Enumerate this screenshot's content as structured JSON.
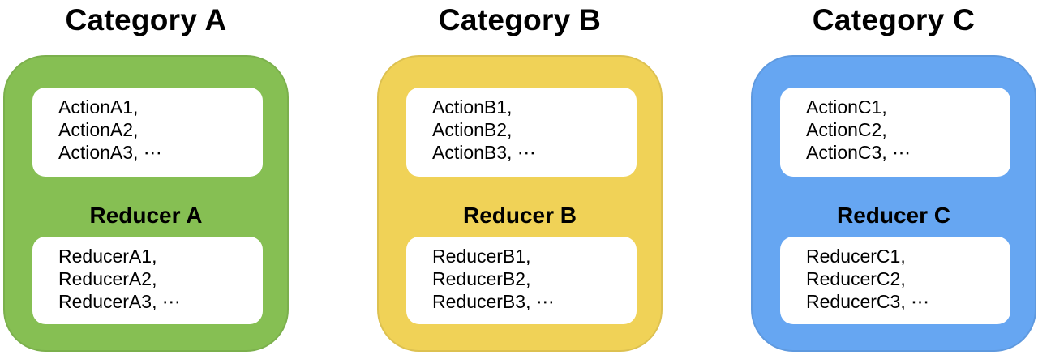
{
  "colors": {
    "category_a": "#86bf53",
    "category_b": "#f0d257",
    "category_c": "#66a6f2"
  },
  "categories": [
    {
      "title": "Category A",
      "actions": [
        "ActionA1,",
        "ActionA2,",
        "ActionA3, ⋯"
      ],
      "reducer_label": "Reducer A",
      "reducers": [
        "ReducerA1,",
        "ReducerA2,",
        "ReducerA3, ⋯"
      ]
    },
    {
      "title": "Category B",
      "actions": [
        "ActionB1,",
        "ActionB2,",
        "ActionB3, ⋯"
      ],
      "reducer_label": "Reducer B",
      "reducers": [
        "ReducerB1,",
        "ReducerB2,",
        "ReducerB3, ⋯"
      ]
    },
    {
      "title": "Category C",
      "actions": [
        "ActionC1,",
        "ActionC2,",
        "ActionC3, ⋯"
      ],
      "reducer_label": "Reducer C",
      "reducers": [
        "ReducerC1,",
        "ReducerC2,",
        "ReducerC3, ⋯"
      ]
    }
  ]
}
